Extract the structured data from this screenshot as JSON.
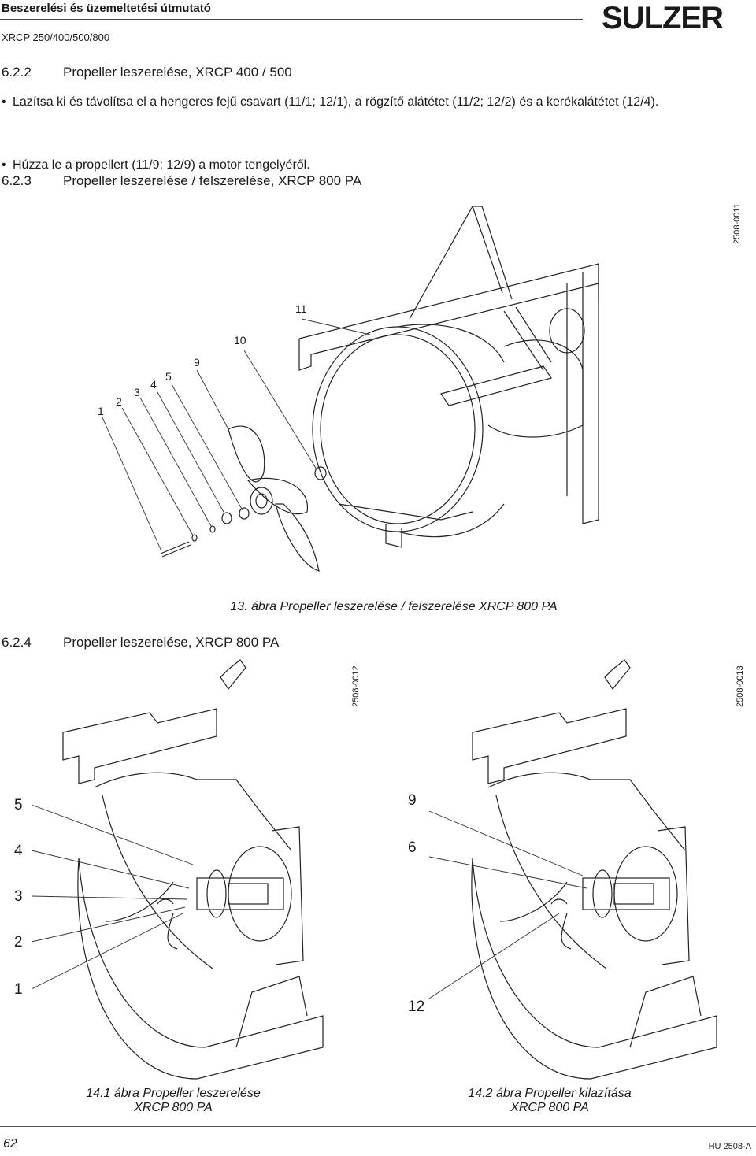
{
  "header": {
    "title": "Beszerelési és üzemeltetési útmutató",
    "subtitle": "XRCP 250/400/500/800",
    "logo": "SULZER"
  },
  "sections": [
    {
      "number": "6.2.2",
      "title": "Propeller leszerelése, XRCP 400 / 500",
      "bullets": [
        "Lazítsa ki és távolítsa el a hengeres fejű csavart (11/1; 12/1), a rögzítő alátétet (11/2; 12/2) és a kerékalátétet (12/4).",
        "Húzza le a propellert (11/9; 12/9) a motor tengelyéről."
      ]
    },
    {
      "number": "6.2.3",
      "title": "Propeller leszerelése / felszerelése, XRCP 800 PA"
    },
    {
      "number": "6.2.4",
      "title": "Propeller leszerelése, XRCP 800 PA"
    }
  ],
  "figure13": {
    "code": "2508-0011",
    "caption": "13. ábra Propeller leszerelése / felszerelése XRCP 800 PA",
    "callouts": [
      "1",
      "2",
      "3",
      "4",
      "5",
      "9",
      "10",
      "11"
    ]
  },
  "figure14_1": {
    "code": "2508-0012",
    "caption_line1": "14.1 ábra Propeller leszerelése",
    "caption_line2": "XRCP 800 PA",
    "callouts": [
      "5",
      "4",
      "3",
      "2",
      "1"
    ]
  },
  "figure14_2": {
    "code": "2508-0013",
    "caption_line1": "14.2 ábra Propeller kilazítása",
    "caption_line2": "XRCP 800 PA",
    "callouts": [
      "9",
      "6",
      "12"
    ]
  },
  "footer": {
    "page": "62",
    "doc": "HU 2508-A"
  }
}
